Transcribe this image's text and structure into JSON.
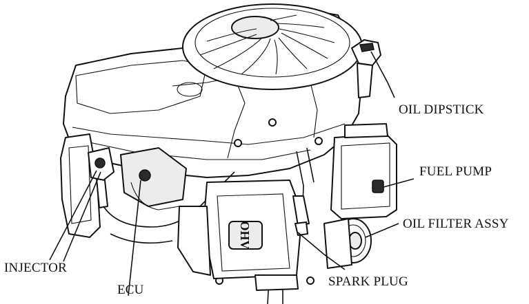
{
  "labels": {
    "oil_dipstick": "OIL DIPSTICK",
    "fuel_pump": "FUEL PUMP",
    "oil_filter_assy": "OIL FILTER ASSY",
    "spark_plug": "SPARK PLUG",
    "injector": "INJECTOR",
    "ecu": "ECU"
  },
  "engine_markings": {
    "valve_cover_text": "OHV"
  }
}
